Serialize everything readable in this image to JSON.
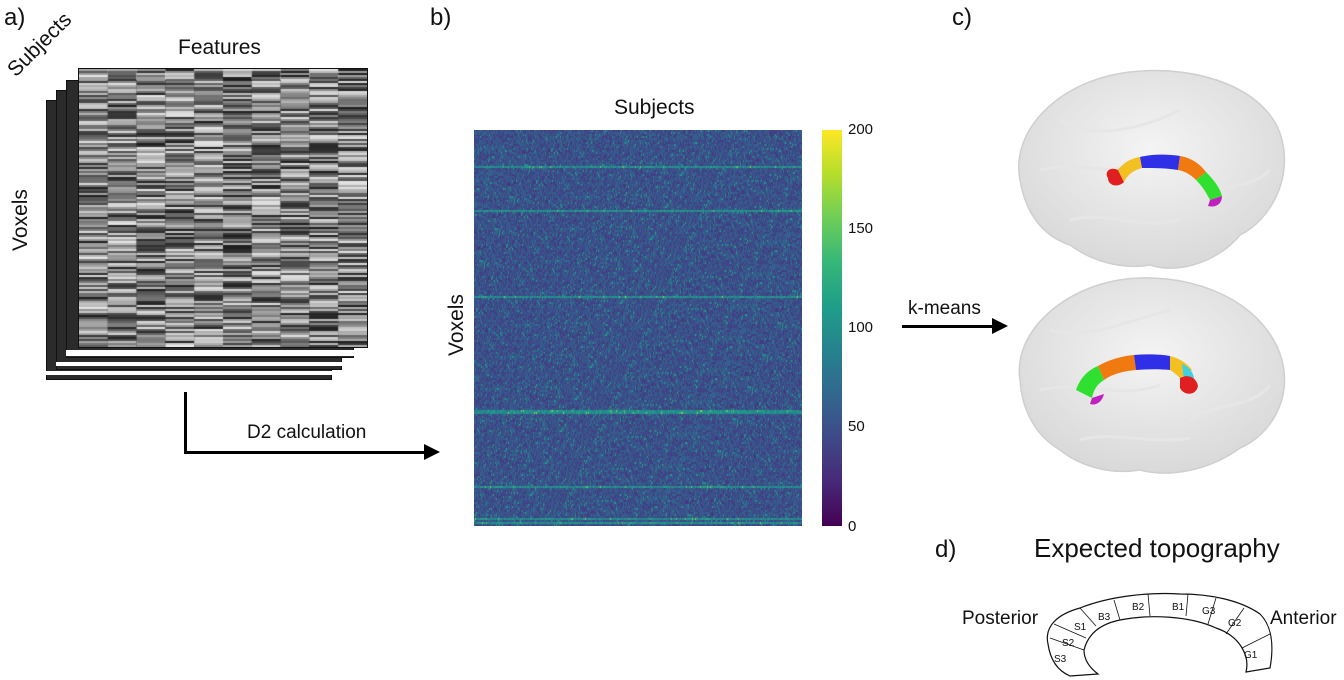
{
  "panel_a": {
    "letter": "a)",
    "features_label": "Features",
    "subjects_label": "Subjects",
    "voxels_label": "Voxels"
  },
  "arrow_a_to_b": {
    "label": "D2 calculation"
  },
  "panel_b": {
    "letter": "b)",
    "subjects_label": "Subjects",
    "voxels_label": "Voxels",
    "colorbar": {
      "ticks": [
        "200",
        "150",
        "100",
        "50",
        "0"
      ],
      "colormap": "viridis",
      "range": [
        0,
        200
      ]
    }
  },
  "arrow_b_to_c": {
    "label": "k-means"
  },
  "panel_c": {
    "letter": "c)",
    "segment_colors": [
      "#e02020",
      "#f2a020",
      "#f07a10",
      "#2f2fe8",
      "#3070ff",
      "#30e030",
      "#c020c0",
      "#40d0e0"
    ]
  },
  "panel_d": {
    "letter": "d)",
    "title": "Expected topography",
    "posterior_label": "Posterior",
    "anterior_label": "Anterior",
    "segments": [
      "S1",
      "S2",
      "S3",
      "B3",
      "B2",
      "B1",
      "G3",
      "G2",
      "G1"
    ]
  }
}
